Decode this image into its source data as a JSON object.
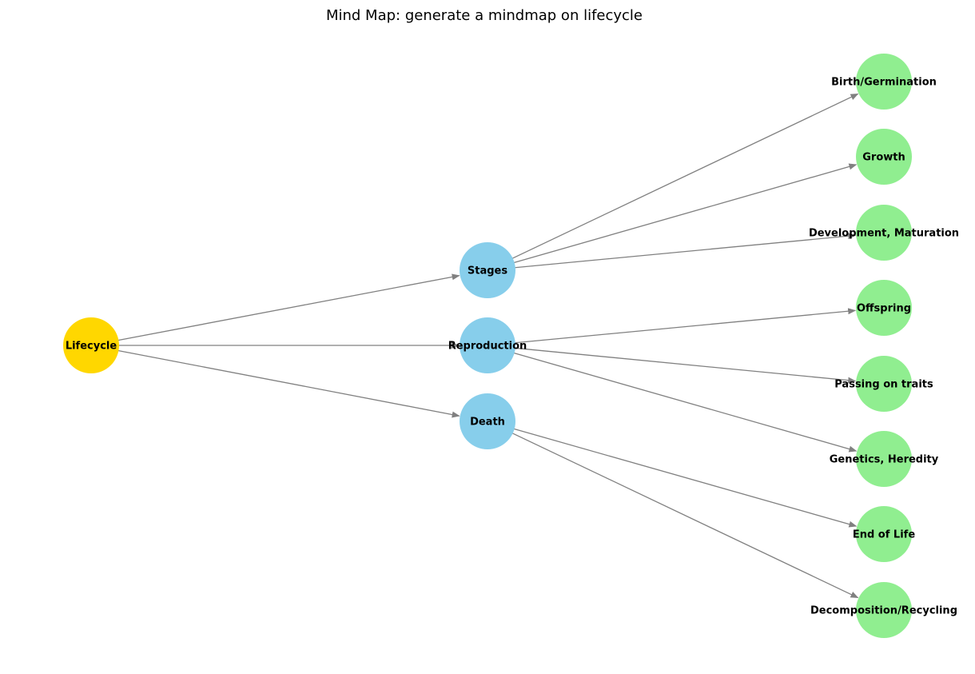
{
  "title": "Mind Map: generate a mindmap on lifecycle",
  "colors": {
    "root": "#FFD700",
    "branch": "#87CEEB",
    "leaf": "#90EE90",
    "edge": "#808080"
  },
  "nodes": [
    {
      "id": "lifecycle",
      "label": "Lifecycle",
      "level": "root"
    },
    {
      "id": "stages",
      "label": "Stages",
      "level": "branch"
    },
    {
      "id": "reproduction",
      "label": "Reproduction",
      "level": "branch"
    },
    {
      "id": "death",
      "label": "Death",
      "level": "branch"
    },
    {
      "id": "birth",
      "label": "Birth/Germination",
      "level": "leaf"
    },
    {
      "id": "growth",
      "label": "Growth",
      "level": "leaf"
    },
    {
      "id": "development",
      "label": "Development, Maturation",
      "level": "leaf"
    },
    {
      "id": "offspring",
      "label": "Offspring",
      "level": "leaf"
    },
    {
      "id": "passing",
      "label": "Passing on traits",
      "level": "leaf"
    },
    {
      "id": "genetics",
      "label": "Genetics, Heredity",
      "level": "leaf"
    },
    {
      "id": "endoflife",
      "label": "End of Life",
      "level": "leaf"
    },
    {
      "id": "decomposition",
      "label": "Decomposition/Recycling",
      "level": "leaf"
    }
  ],
  "edges": [
    {
      "from": "lifecycle",
      "to": "stages"
    },
    {
      "from": "lifecycle",
      "to": "reproduction"
    },
    {
      "from": "lifecycle",
      "to": "death"
    },
    {
      "from": "stages",
      "to": "birth"
    },
    {
      "from": "stages",
      "to": "growth"
    },
    {
      "from": "stages",
      "to": "development"
    },
    {
      "from": "reproduction",
      "to": "offspring"
    },
    {
      "from": "reproduction",
      "to": "passing"
    },
    {
      "from": "reproduction",
      "to": "genetics"
    },
    {
      "from": "death",
      "to": "endoflife"
    },
    {
      "from": "death",
      "to": "decomposition"
    }
  ]
}
